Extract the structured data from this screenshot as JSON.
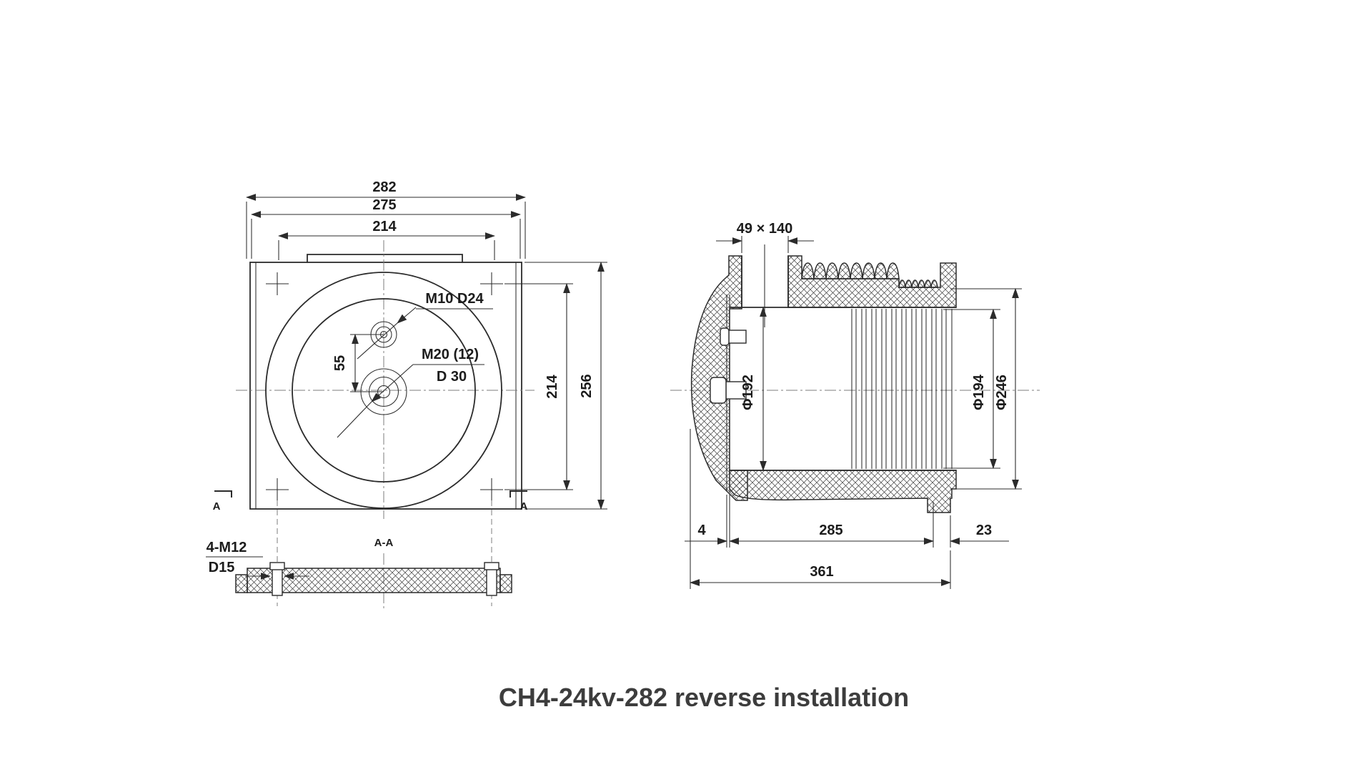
{
  "title": "CH4-24kv-282 reverse installation",
  "front_view": {
    "dim_width_overall": "282",
    "dim_width_flange": "275",
    "dim_width_holes": "214",
    "dim_height_holes": "214",
    "dim_height_overall": "256",
    "dim_hole_offset": "55",
    "callout_top_hole": "M10 D24",
    "callout_center_hole": "M20 (12)",
    "callout_center_hole_depth": "D 30",
    "section_mark_left": "A",
    "section_mark_right": "A"
  },
  "section_view": {
    "label": "A-A",
    "callout_bolts": "4-M12",
    "callout_hole": "D15"
  },
  "side_view": {
    "dim_slot": "49 × 140",
    "dim_bore": "Φ192",
    "dim_opening": "Φ194",
    "dim_outer": "Φ246",
    "dim_lip": "4",
    "dim_body": "285",
    "dim_end": "23",
    "dim_overall": "361"
  }
}
